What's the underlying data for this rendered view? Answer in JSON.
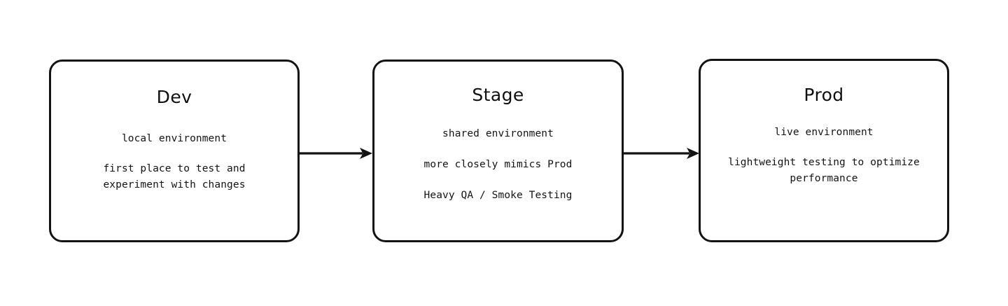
{
  "diagram": {
    "type": "flowchart",
    "orientation": "left-to-right",
    "background_color": "#ffffff",
    "stroke_color": "#131313",
    "text_color": "#141414",
    "nodes": [
      {
        "id": "dev",
        "title": "Dev",
        "lines": [
          "local environment",
          "first place to test and\nexperiment with changes"
        ]
      },
      {
        "id": "stage",
        "title": "Stage",
        "lines": [
          "shared environment",
          "more closely mimics Prod",
          "Heavy QA / Smoke Testing"
        ]
      },
      {
        "id": "prod",
        "title": "Prod",
        "lines": [
          "live environment",
          "lightweight testing to optimize\nperformance"
        ]
      }
    ],
    "edges": [
      {
        "id": "dev-stage",
        "from": "Dev",
        "to": "Stage",
        "label": ""
      },
      {
        "id": "stage-prod",
        "from": "Stage",
        "to": "Prod",
        "label": ""
      }
    ]
  }
}
